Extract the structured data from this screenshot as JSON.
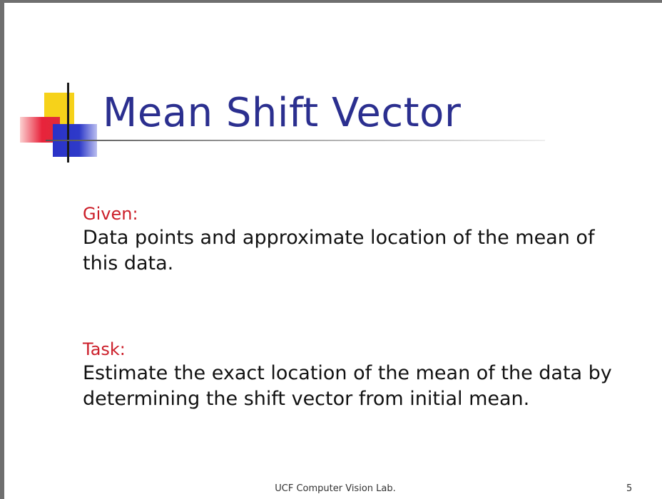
{
  "slide": {
    "title": "Mean Shift Vector",
    "sections": [
      {
        "label": "Given:",
        "text": "Data points and approximate location of the mean of this data."
      },
      {
        "label": "Task:",
        "text": "Estimate the exact location of the mean of the data by determining the shift vector from initial mean."
      }
    ],
    "footer": "UCF Computer Vision Lab.",
    "page_number": "5"
  },
  "colors": {
    "title": "#2b2f8f",
    "label": "#cc1f2a",
    "logo_yellow": "#f6d21a",
    "logo_red": "#e8233b",
    "logo_blue": "#2a32c8"
  }
}
